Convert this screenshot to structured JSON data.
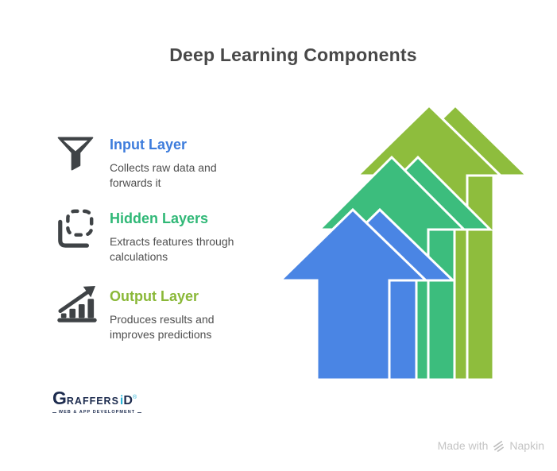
{
  "title": "Deep Learning Components",
  "items": [
    {
      "heading": "Input Layer",
      "description": "Collects raw data and forwards it",
      "heading_color": "#3d7cdc",
      "icon": "funnel-icon"
    },
    {
      "heading": "Hidden Layers",
      "description": "Extracts features through calculations",
      "heading_color": "#30b877",
      "icon": "selection-frame-icon"
    },
    {
      "heading": "Output Layer",
      "description": "Produces results and improves predictions",
      "heading_color": "#8ab838",
      "icon": "growth-chart-icon"
    }
  ],
  "diagram": {
    "kind": "layered-upward-arrows",
    "layers": [
      {
        "label": "Input Layer",
        "color": "#4a85e4"
      },
      {
        "label": "Hidden Layers",
        "color": "#3cbd7d"
      },
      {
        "label": "Output Layer",
        "color": "#8ebd3d"
      }
    ],
    "outline_color": "#ffffff"
  },
  "icon_color": "#3f4346",
  "logo": {
    "brand_g": "G",
    "brand_raffers": "RAFFERS",
    "brand_i": "i",
    "brand_d": "D",
    "registered": "®",
    "tagline": "WEB & APP DEVELOPMENT",
    "navy": "#1c2b4e",
    "cyan": "#2cb4d8"
  },
  "footer": {
    "made_with": "Made with",
    "brand": "Napkin"
  }
}
